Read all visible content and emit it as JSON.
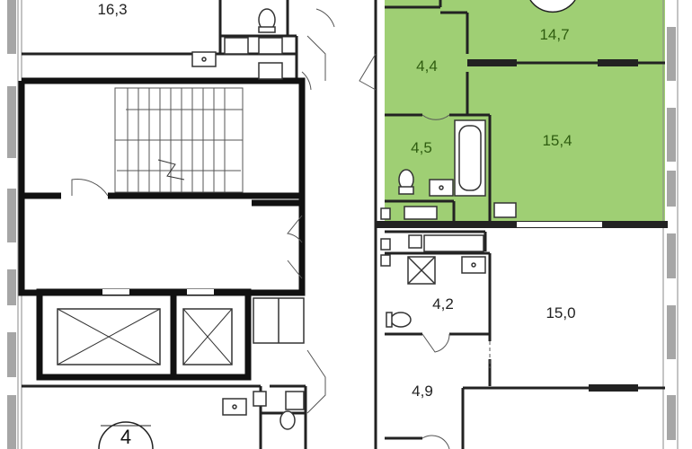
{
  "plan": {
    "highlight_color": "#9fcf74",
    "wall_color": "#222222",
    "window_color": "#a0a0a0",
    "rooms": [
      {
        "id": "room-16-3",
        "area": "16,3",
        "highlighted": false
      },
      {
        "id": "room-14-7",
        "area": "14,7",
        "highlighted": true
      },
      {
        "id": "room-4-4",
        "area": "4,4",
        "highlighted": true
      },
      {
        "id": "room-4-5",
        "area": "4,5",
        "highlighted": true
      },
      {
        "id": "room-15-4",
        "area": "15,4",
        "highlighted": true
      },
      {
        "id": "room-4-2",
        "area": "4,2",
        "highlighted": false
      },
      {
        "id": "room-15-0",
        "area": "15,0",
        "highlighted": false
      },
      {
        "id": "room-4-9",
        "area": "4,9",
        "highlighted": false
      }
    ],
    "apartment_badge": "4",
    "fixtures": [
      "toilet-icon",
      "bathtub-icon",
      "sink-icon",
      "shower-icon",
      "staircase",
      "elevator"
    ]
  }
}
